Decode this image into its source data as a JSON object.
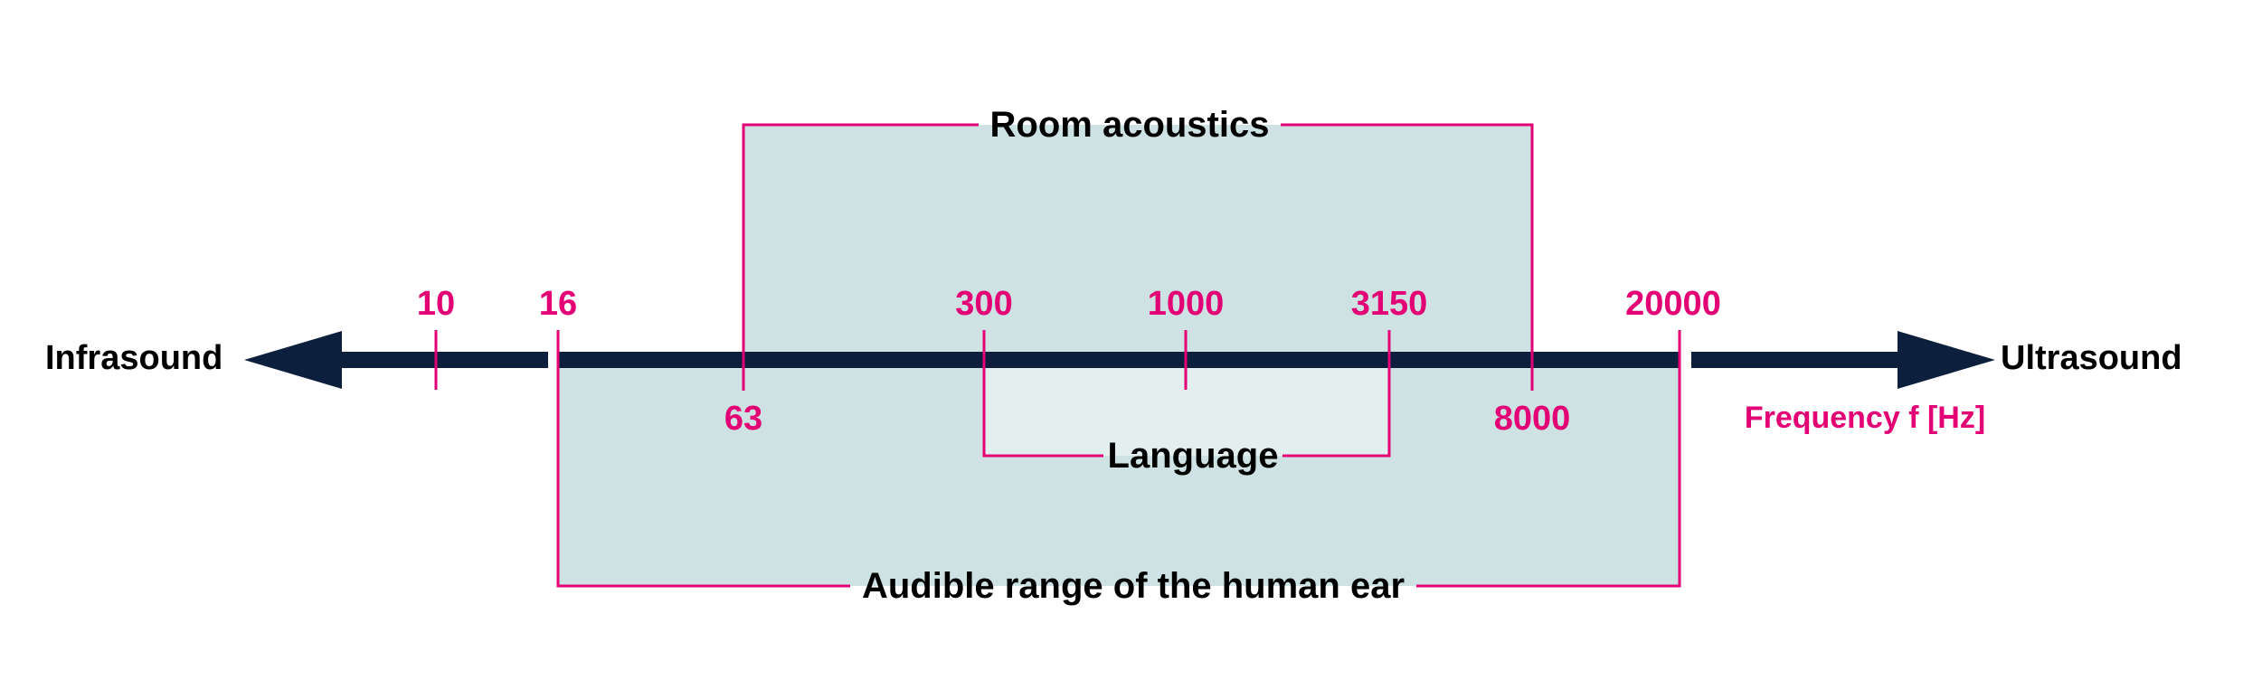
{
  "colors": {
    "accent": "#e20074",
    "axis": "#0c1f3d",
    "text": "#000000",
    "range_fill": "#cfe2e3",
    "inner_fill": "#e3eeee",
    "background": "#ffffff"
  },
  "ends": {
    "left_label": "Infrasound",
    "right_label": "Ultrasound"
  },
  "axis_label": "Frequency f [Hz]",
  "ticks": [
    {
      "value": "10",
      "label": "10",
      "side": "above"
    },
    {
      "value": "16",
      "label": "16",
      "side": "above"
    },
    {
      "value": "63",
      "label": "63",
      "side": "below"
    },
    {
      "value": "300",
      "label": "300",
      "side": "above"
    },
    {
      "value": "1000",
      "label": "1000",
      "side": "above"
    },
    {
      "value": "3150",
      "label": "3150",
      "side": "above"
    },
    {
      "value": "8000",
      "label": "8000",
      "side": "below"
    },
    {
      "value": "20000",
      "label": "20000",
      "side": "above"
    }
  ],
  "ranges": {
    "room_acoustics": {
      "label": "Room acoustics",
      "from": 63,
      "to": 8000
    },
    "language": {
      "label": "Language",
      "from": 300,
      "to": 3150
    },
    "audible": {
      "label": "Audible range of the human ear",
      "from": 16,
      "to": 20000
    }
  }
}
